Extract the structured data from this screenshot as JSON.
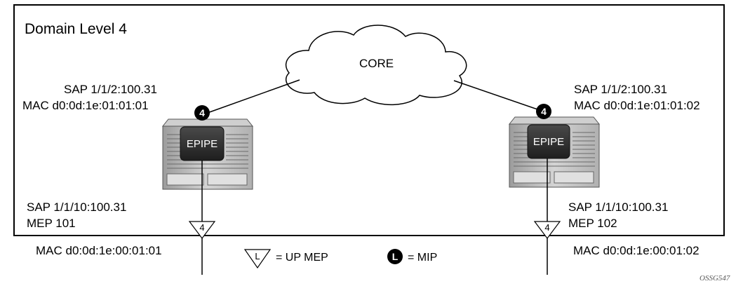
{
  "domain_box": {
    "title": "Domain Level 4"
  },
  "core": {
    "label": "CORE"
  },
  "left_node": {
    "service": "EPIPE",
    "mip_level": "4",
    "network_sap": "SAP 1/1/2:100.31",
    "network_mac": "MAC d0:0d:1e:01:01:01",
    "access_sap": "SAP 1/1/10:100.31",
    "mep": "MEP 101",
    "mep_level": "4",
    "access_mac": "MAC d0:0d:1e:00:01:01"
  },
  "right_node": {
    "service": "EPIPE",
    "mip_level": "4",
    "network_sap": "SAP 1/1/2:100.31",
    "network_mac": "MAC d0:0d:1e:01:01:02",
    "access_sap": "SAP 1/1/10:100.31",
    "mep": "MEP 102",
    "mep_level": "4",
    "access_mac": "MAC d0:0d:1e:00:01:02"
  },
  "legend": {
    "up_mep_symbol": "L",
    "up_mep_text": "= UP MEP",
    "mip_symbol": "L",
    "mip_text": "= MIP"
  },
  "figure_ref": "OSSG547"
}
